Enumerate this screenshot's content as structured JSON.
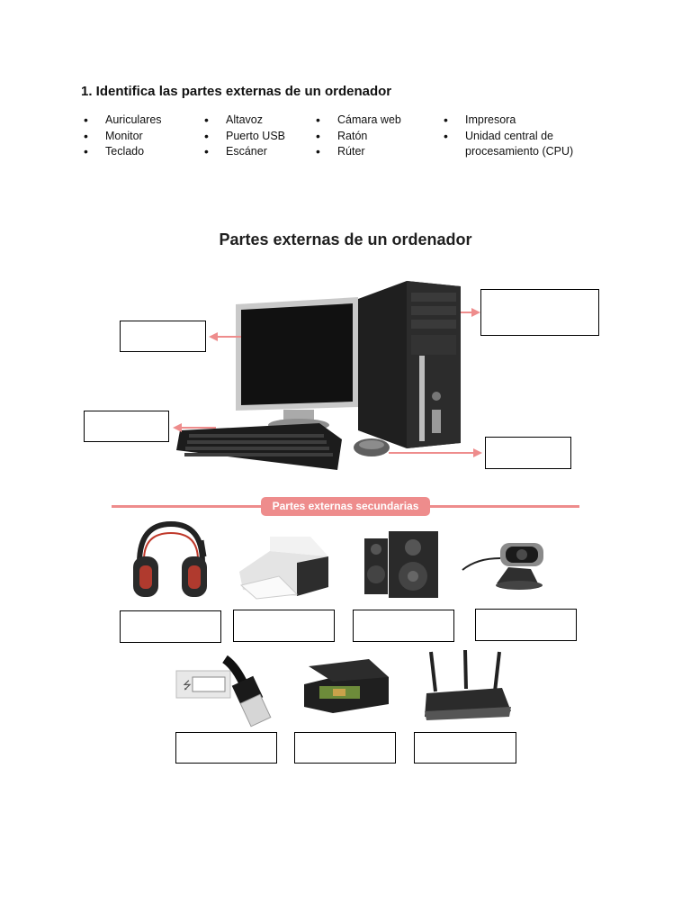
{
  "exercise": {
    "heading": "1. Identifica las partes externas de un ordenador",
    "columns": [
      [
        "Auriculares",
        "Monitor",
        "Teclado"
      ],
      [
        "Altavoz",
        "Puerto USB",
        "Escáner"
      ],
      [
        "Cámara web",
        "Ratón",
        "Rúter"
      ],
      [
        "Impresora",
        "Unidad central de procesamiento (CPU)"
      ]
    ]
  },
  "diagram": {
    "title": "Partes externas de un ordenador",
    "secondary_label": "Partes externas secundarias",
    "accent_color": "#ee8c8c",
    "main_items": [
      "monitor",
      "cpu-tower",
      "keyboard",
      "mouse"
    ],
    "secondary_items": [
      "headphones",
      "printer",
      "speakers",
      "webcam",
      "usb-plug",
      "scanner",
      "router"
    ]
  }
}
